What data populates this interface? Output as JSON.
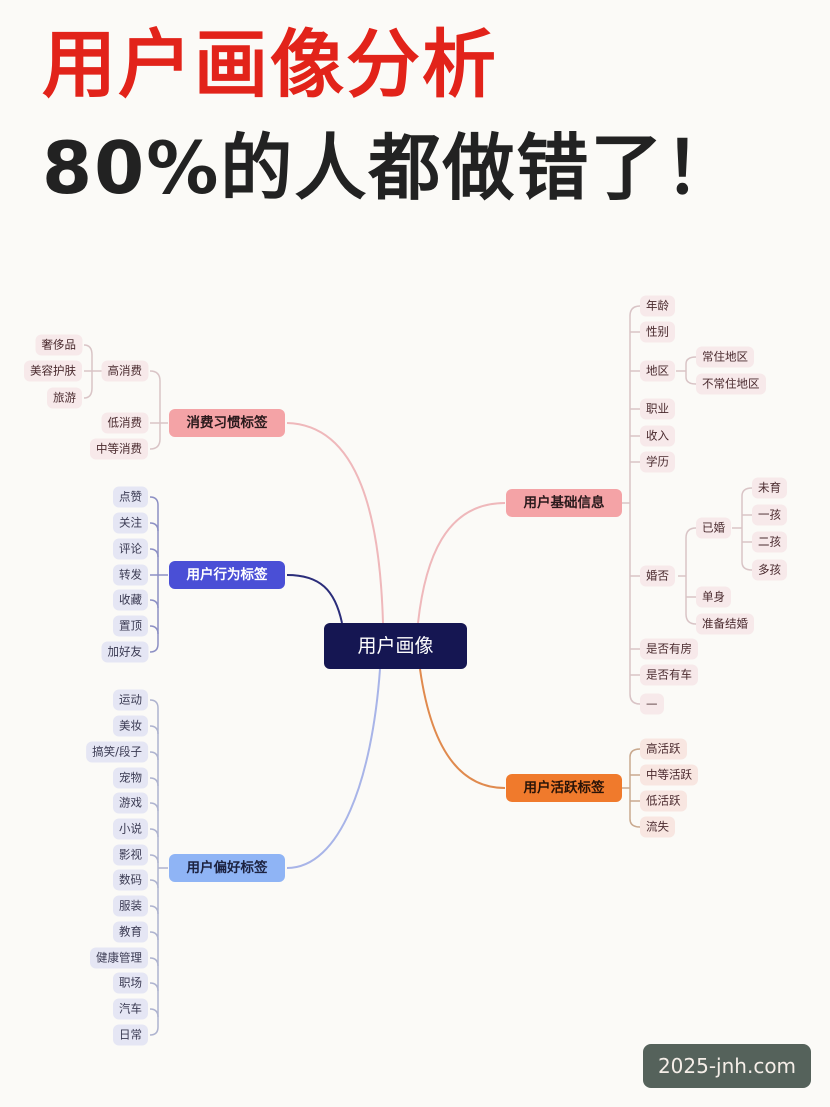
{
  "headline": {
    "line1": "用户画像分析",
    "line2": "80%的人都做错了！",
    "line1_color": "#e2231a",
    "line2_color": "#222222"
  },
  "root": {
    "label": "用户画像"
  },
  "branches": {
    "consumption": {
      "label": "消费习惯标签",
      "color": "#f4a3a6",
      "items": [
        "高消费",
        "低消费",
        "中等消费"
      ],
      "high_sub": [
        "奢侈品",
        "美容护肤",
        "旅游"
      ]
    },
    "behavior": {
      "label": "用户行为标签",
      "color": "#4a4fd6",
      "items": [
        "点赞",
        "关注",
        "评论",
        "转发",
        "收藏",
        "置顶",
        "加好友"
      ]
    },
    "preference": {
      "label": "用户偏好标签",
      "color": "#8fb4f5",
      "items": [
        "运动",
        "美妆",
        "搞笑/段子",
        "宠物",
        "游戏",
        "小说",
        "影视",
        "数码",
        "服装",
        "教育",
        "健康管理",
        "职场",
        "汽车",
        "日常"
      ]
    },
    "basic": {
      "label": "用户基础信息",
      "color": "#f4a3a6",
      "items": [
        "年龄",
        "性别",
        "地区",
        "职业",
        "收入",
        "学历",
        "婚否",
        "是否有房",
        "是否有车",
        "—"
      ],
      "region_sub": [
        "常住地区",
        "不常住地区"
      ],
      "marriage_sub": [
        "已婚",
        "单身",
        "准备结婚"
      ],
      "married_sub": [
        "未育",
        "一孩",
        "二孩",
        "多孩"
      ]
    },
    "activity": {
      "label": "用户活跃标签",
      "color": "#f07a2c",
      "items": [
        "高活跃",
        "中等活跃",
        "低活跃",
        "流失"
      ]
    }
  },
  "watermark": "2025-jnh.com"
}
